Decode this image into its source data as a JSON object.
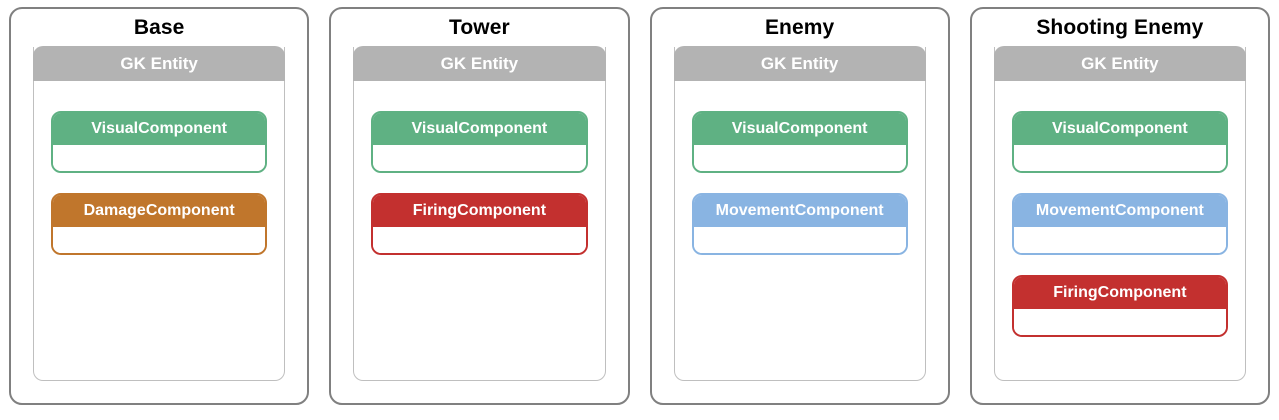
{
  "diagram": {
    "title_text": "",
    "entity_header_label": "GK Entity",
    "palette": {
      "visual": "#5fb183",
      "damage": "#c0762c",
      "firing": "#c3302f",
      "movement": "#89b4e2",
      "entity_header": "#b3b3b3",
      "panel_border": "#808080",
      "card_border": "#bfbfbf",
      "background": "#ffffff",
      "title_text": "#000000",
      "header_text": "#ffffff"
    },
    "entities": [
      {
        "name": "Base",
        "entity_label": "GK Entity",
        "components": [
          {
            "name": "VisualComponent",
            "color_key": "visual"
          },
          {
            "name": "DamageComponent",
            "color_key": "damage"
          }
        ]
      },
      {
        "name": "Tower",
        "entity_label": "GK Entity",
        "components": [
          {
            "name": "VisualComponent",
            "color_key": "visual"
          },
          {
            "name": "FiringComponent",
            "color_key": "firing"
          }
        ]
      },
      {
        "name": "Enemy",
        "entity_label": "GK Entity",
        "components": [
          {
            "name": "VisualComponent",
            "color_key": "visual"
          },
          {
            "name": "MovementComponent",
            "color_key": "movement"
          }
        ]
      },
      {
        "name": "Shooting Enemy",
        "entity_label": "GK Entity",
        "components": [
          {
            "name": "VisualComponent",
            "color_key": "visual"
          },
          {
            "name": "MovementComponent",
            "color_key": "movement"
          },
          {
            "name": "FiringComponent",
            "color_key": "firing"
          }
        ]
      }
    ]
  }
}
